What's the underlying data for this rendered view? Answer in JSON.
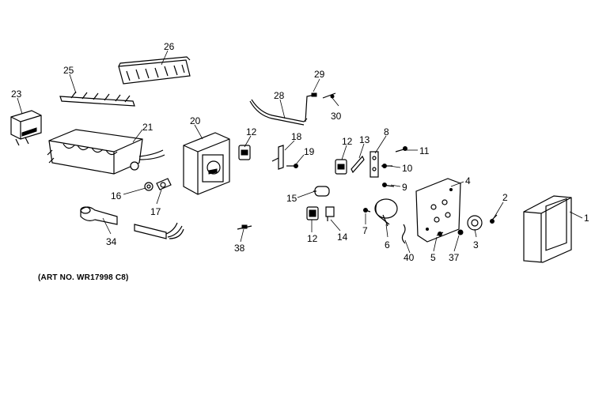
{
  "caption": "(ART NO. WR17998 C8)",
  "callouts": [
    "26",
    "25",
    "23",
    "21",
    "20",
    "12",
    "18",
    "19",
    "28",
    "29",
    "30",
    "12",
    "13",
    "8",
    "11",
    "10",
    "9",
    "4",
    "2",
    "1",
    "16",
    "17",
    "15",
    "7",
    "6",
    "40",
    "5",
    "37",
    "3",
    "34",
    "38",
    "12",
    "14"
  ]
}
